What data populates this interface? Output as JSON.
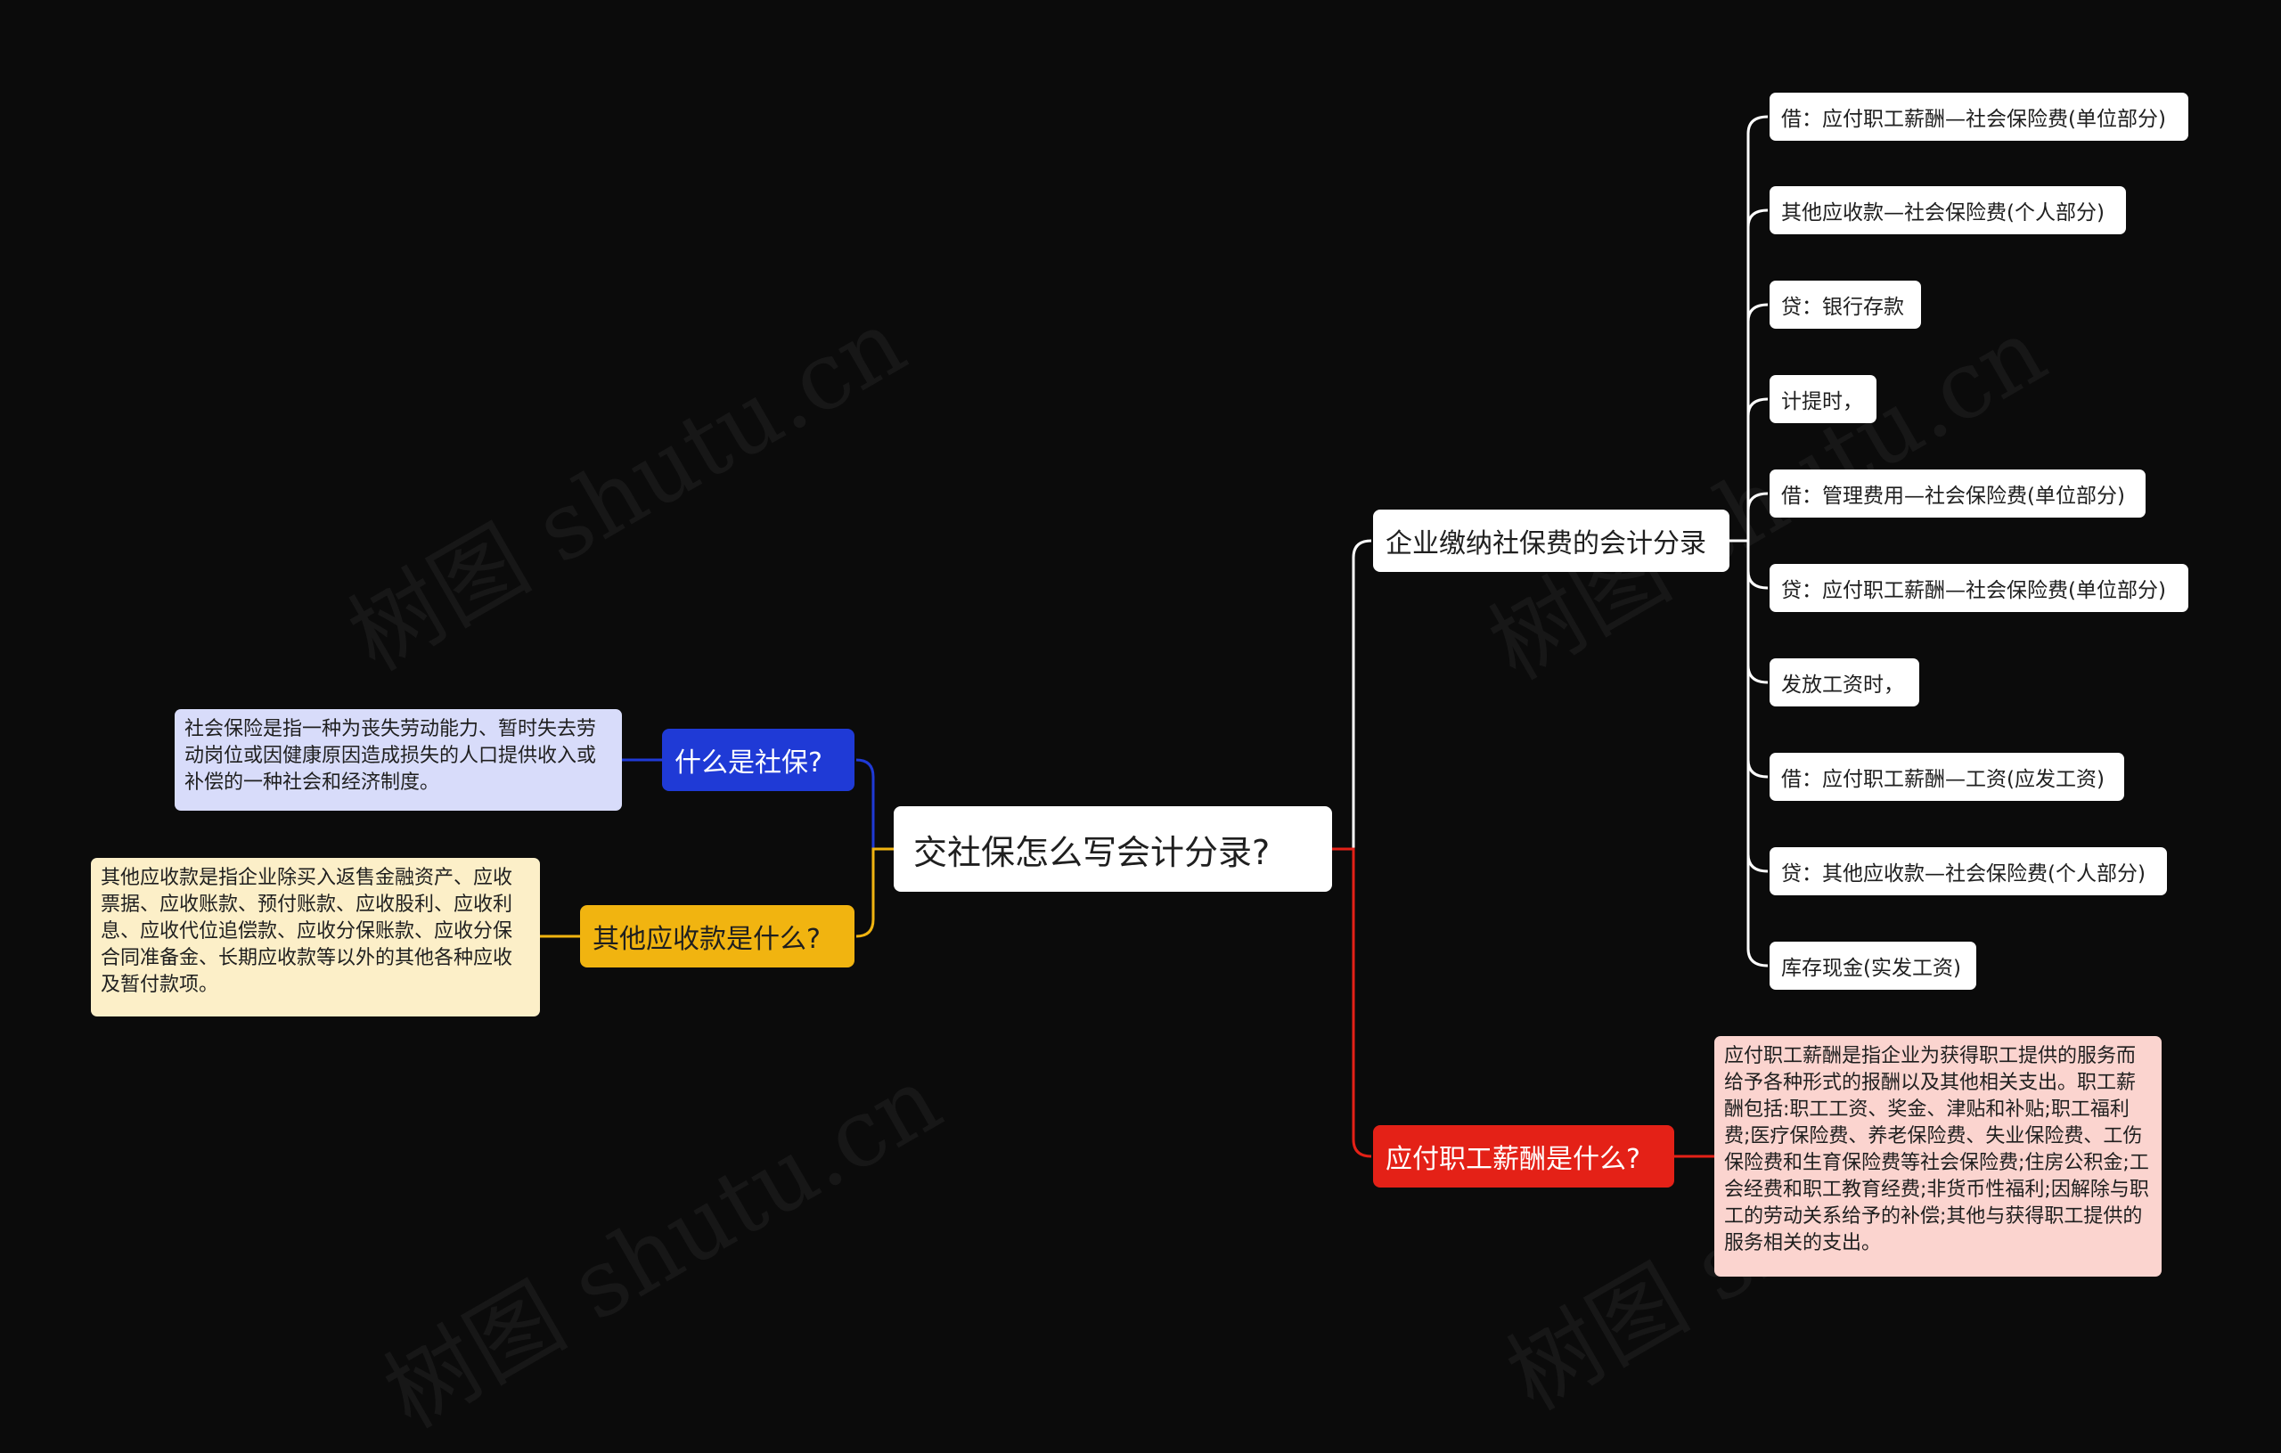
{
  "root": {
    "label": "交社保怎么写会计分录?"
  },
  "branches": {
    "social": {
      "label": "什么是社保?",
      "desc": "社会保险是指一种为丧失劳动能力、暂时失去劳动岗位或因健康原因造成损失的人口提供收入或补偿的一种社会和经济制度。",
      "color": "#1f3ad6"
    },
    "receivable": {
      "label": "其他应收款是什么?",
      "desc": "其他应收款是指企业除买入返售金融资产、应收票据、应收账款、预付账款、应收股利、应收利息、应收代位追偿款、应收分保账款、应收分保合同准备金、长期应收款等以外的其他各种应收及暂付款项。",
      "color": "#f1b410"
    },
    "entries": {
      "label": "企业缴纳社保费的会计分录",
      "color": "#ffffff",
      "items": [
        "借：应付职工薪酬—社会保险费(单位部分)",
        "其他应收款—社会保险费(个人部分)",
        "贷：银行存款",
        "计提时，",
        "借：管理费用—社会保险费(单位部分)",
        "贷：应付职工薪酬—社会保险费(单位部分)",
        "发放工资时，",
        "借：应付职工薪酬—工资(应发工资)",
        "贷：其他应收款—社会保险费(个人部分)",
        "库存现金(实发工资)"
      ]
    },
    "payroll": {
      "label": "应付职工薪酬是什么?",
      "desc": "应付职工薪酬是指企业为获得职工提供的服务而给予各种形式的报酬以及其他相关支出。职工薪酬包括:职工工资、奖金、津贴和补贴;职工福利费;医疗保险费、养老保险费、失业保险费、工伤保险费和生育保险费等社会保险费;住房公积金;工会经费和职工教育经费;非货币性福利;因解除与职工的劳动关系给予的补偿;其他与获得职工提供的服务相关的支出。",
      "color": "#e42117"
    }
  },
  "watermark": "树图 shutu.cn"
}
